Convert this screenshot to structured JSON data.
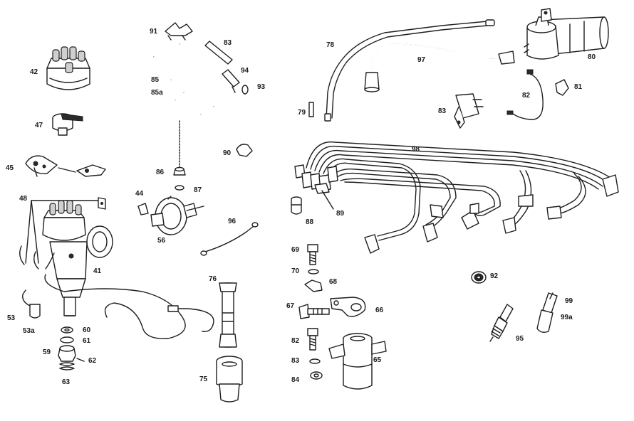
{
  "labels": {
    "p91": "91",
    "p83a": "83",
    "p94": "94",
    "p93": "93",
    "p85": "85",
    "p85a": "85a",
    "p42": "42",
    "p47": "47",
    "p45": "45",
    "p48": "48",
    "p86": "86",
    "p87": "87",
    "p44": "44",
    "p56": "56",
    "p90": "90",
    "p96": "96",
    "p41": "41",
    "p53": "53",
    "p53a": "53a",
    "p60": "60",
    "p61": "61",
    "p59": "59",
    "p62": "62",
    "p63": "63",
    "p76": "76",
    "p75": "75",
    "p78": "78",
    "p97": "97",
    "p80": "80",
    "p82a": "82",
    "p81": "81",
    "p83b": "83",
    "p79": "79",
    "p98": "98",
    "p88": "88",
    "p89": "89",
    "p69": "69",
    "p70": "70",
    "p68": "68",
    "p67": "67",
    "p66": "66",
    "p82b": "82",
    "p83c": "83",
    "p84": "84",
    "p65": "65",
    "p92": "92",
    "p99": "99",
    "p99a": "99a",
    "p95": "95"
  }
}
